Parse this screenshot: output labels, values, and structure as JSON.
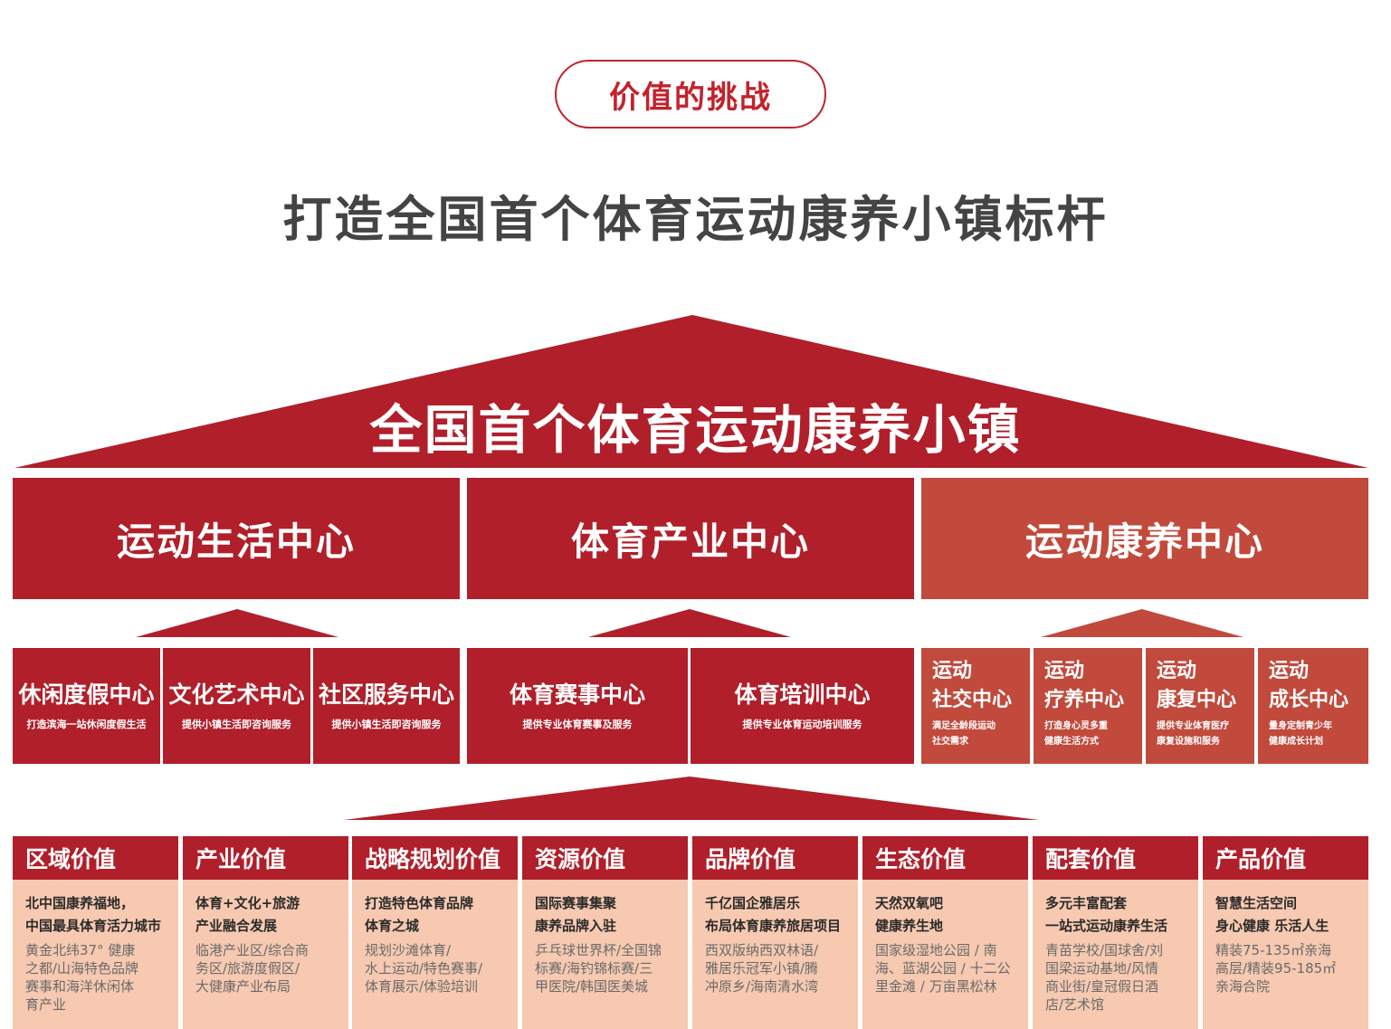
{
  "header": {
    "tag": "价值的挑战",
    "subtitle": "打造全国首个体育运动康养小镇标杆"
  },
  "roof_title": "全国首个体育运动康养小镇",
  "centers": [
    {
      "label": "运动生活中心"
    },
    {
      "label": "体育产业中心"
    },
    {
      "label": "运动康养中心"
    }
  ],
  "sub_centers": [
    {
      "title": "休闲度假中心",
      "desc": "打造滨海一站休闲度假生活"
    },
    {
      "title": "文化艺术中心",
      "desc": "提供小镇生活即咨询服务"
    },
    {
      "title": "社区服务中心",
      "desc": "提供小镇生活即咨询服务"
    },
    {
      "title": "体育赛事中心",
      "desc": "提供专业体育赛事及服务"
    },
    {
      "title": "体育培训中心",
      "desc": "提供专业体育运动培训服务"
    },
    {
      "title1": "运动",
      "title2": "社交中心",
      "desc1": "满足全龄段运动",
      "desc2": "社交需求"
    },
    {
      "title1": "运动",
      "title2": "疗养中心",
      "desc1": "打造身心灵多重",
      "desc2": "健康生活方式"
    },
    {
      "title1": "运动",
      "title2": "康复中心",
      "desc1": "提供专业体育医疗",
      "desc2": "康复设施和服务"
    },
    {
      "title1": "运动",
      "title2": "成长中心",
      "desc1": "量身定制青少年",
      "desc2": "健康成长计划"
    }
  ],
  "values": [
    {
      "title": "区域价值",
      "key": [
        "北中国康养福地，",
        "中国最具体育活力城市"
      ],
      "notes": [
        "黄金北纬37° 健康",
        "之都/山海特色品牌",
        "赛事和海洋休闲体",
        "育产业"
      ]
    },
    {
      "title": "产业价值",
      "key": [
        "体育+文化+旅游",
        "产业融合发展"
      ],
      "notes": [
        "临港产业区/综合商",
        "务区/旅游度假区/",
        "大健康产业布局"
      ]
    },
    {
      "title": "战略规划价值",
      "key": [
        "打造特色体育品牌",
        "体育之城"
      ],
      "notes": [
        "规划沙滩体育/",
        "水上运动/特色赛事/",
        "体育展示/体验培训"
      ]
    },
    {
      "title": "资源价值",
      "key": [
        "国际赛事集聚",
        "康养品牌入驻"
      ],
      "notes": [
        "乒乓球世界杯/全国锦",
        "标赛/海钓锦标赛/三",
        "甲医院/韩国医美城"
      ]
    },
    {
      "title": "品牌价值",
      "key": [
        "千亿国企雅居乐",
        "布局体育康养旅居项目"
      ],
      "notes": [
        "西双版纳西双林语/",
        "雅居乐冠军小镇/腾",
        "冲原乡/海南清水湾"
      ]
    },
    {
      "title": "生态价值",
      "key": [
        "天然双氧吧",
        "健康养生地"
      ],
      "notes": [
        "国家级湿地公园 / 南",
        "海、蓝湖公园 / 十二公",
        "里金滩 / 万亩黑松林"
      ]
    },
    {
      "title": "配套价值",
      "key": [
        "多元丰富配套",
        "一站式运动康养生活"
      ],
      "notes": [
        "青苗学校/国球舍/刘",
        "国梁运动基地/风情",
        "商业街/皇冠假日酒",
        "店/艺术馆"
      ]
    },
    {
      "title": "产品价值",
      "key": [
        "智慧生活空间",
        "身心健康 乐活人生"
      ],
      "notes": [
        "精装75-135㎡亲海",
        "高层/精装95-185㎡",
        "亲海合院"
      ]
    }
  ],
  "colors": {
    "primary_red": "#b01f2a",
    "light_red": "#c14a3c",
    "value_bg": "#f6c9b0",
    "title_gray": "#444444"
  }
}
